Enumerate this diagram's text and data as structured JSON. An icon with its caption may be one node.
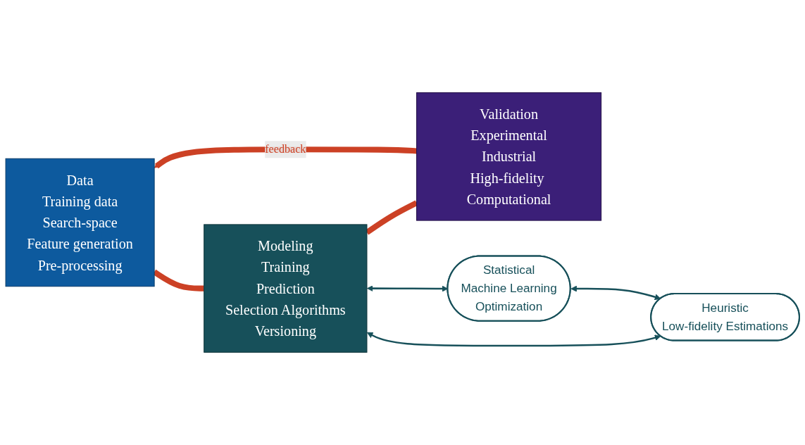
{
  "diagram": {
    "nodes": [
      {
        "text": [
          "Data",
          "Training data",
          "Search-space",
          "Feature generation",
          "Pre-processing"
        ]
      },
      {
        "text": [
          "Validation",
          "Experimental",
          "Industrial",
          "High-fidelity Computational"
        ]
      },
      {
        "text": [
          "Modeling",
          "Training",
          "Prediction",
          "Selection Algorithms",
          "Versioning"
        ]
      },
      {
        "text": [
          "Statistical",
          "Machine Learning",
          "Optimization"
        ]
      },
      {
        "text": [
          "Heuristic",
          "Low-fidelity Estimations"
        ]
      }
    ],
    "edges": [
      {
        "from": 0,
        "to": 2,
        "arrow": "none",
        "style": "thick",
        "color": "#cc4125"
      },
      {
        "from": 2,
        "to": 1,
        "arrow": "none",
        "style": "thick",
        "color": "#cc4125"
      },
      {
        "from": 1,
        "to": 0,
        "arrow": "to",
        "label": "feedback",
        "style": "thick",
        "color": "#cc4125"
      },
      {
        "from": 2,
        "to": 3,
        "arrow": "both",
        "color": "#17505a"
      },
      {
        "from": 2,
        "to": 4,
        "arrow": "both",
        "color": "#17505a"
      },
      {
        "from": 3,
        "to": 4,
        "arrow": "both",
        "color": "#17505a"
      }
    ]
  }
}
